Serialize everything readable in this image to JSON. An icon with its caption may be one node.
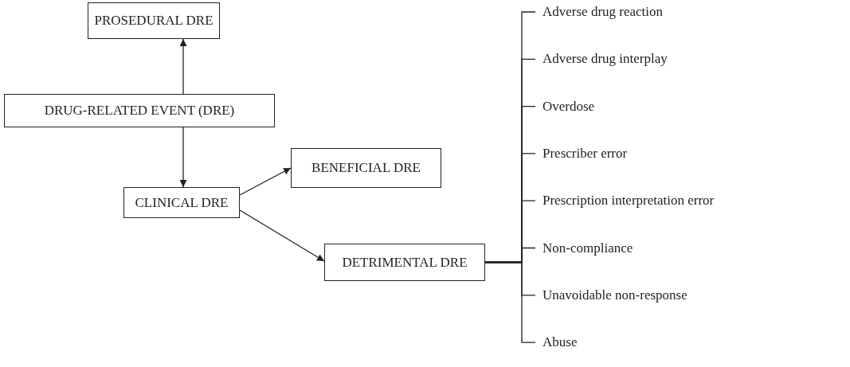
{
  "diagram": {
    "nodes": [
      {
        "text": [
          "PROSEDURAL DRE"
        ]
      },
      {
        "text": [
          "DRUG-RELATED EVENT (DRE)"
        ]
      },
      {
        "text": [
          "CLINICAL DRE"
        ]
      },
      {
        "text": [
          "BENEFICIAL DRE"
        ]
      },
      {
        "text": [
          "DETRIMENTAL DRE"
        ]
      },
      {
        "text": [
          "Adverse drug reaction"
        ]
      },
      {
        "text": [
          "Adverse drug interplay"
        ]
      },
      {
        "text": [
          "Overdose"
        ]
      },
      {
        "text": [
          "Prescriber error"
        ]
      },
      {
        "text": [
          "Prescription interpretation error"
        ]
      },
      {
        "text": [
          "Non-compliance"
        ]
      },
      {
        "text": [
          "Unavoidable non-response"
        ]
      },
      {
        "text": [
          "Abuse"
        ]
      }
    ],
    "edges": [
      {
        "from": 1,
        "to": 0,
        "arrow": "to"
      },
      {
        "from": 1,
        "to": 2,
        "arrow": "to"
      },
      {
        "from": 2,
        "to": 3,
        "arrow": "to"
      },
      {
        "from": 2,
        "to": 4,
        "arrow": "to"
      },
      {
        "from": 4,
        "to": 5,
        "arrow": "none"
      },
      {
        "from": 4,
        "to": 6,
        "arrow": "none"
      },
      {
        "from": 4,
        "to": 7,
        "arrow": "none"
      },
      {
        "from": 4,
        "to": 8,
        "arrow": "none"
      },
      {
        "from": 4,
        "to": 9,
        "arrow": "none"
      },
      {
        "from": 4,
        "to": 10,
        "arrow": "none"
      },
      {
        "from": 4,
        "to": 11,
        "arrow": "none"
      },
      {
        "from": 4,
        "to": 12,
        "arrow": "none"
      }
    ]
  }
}
